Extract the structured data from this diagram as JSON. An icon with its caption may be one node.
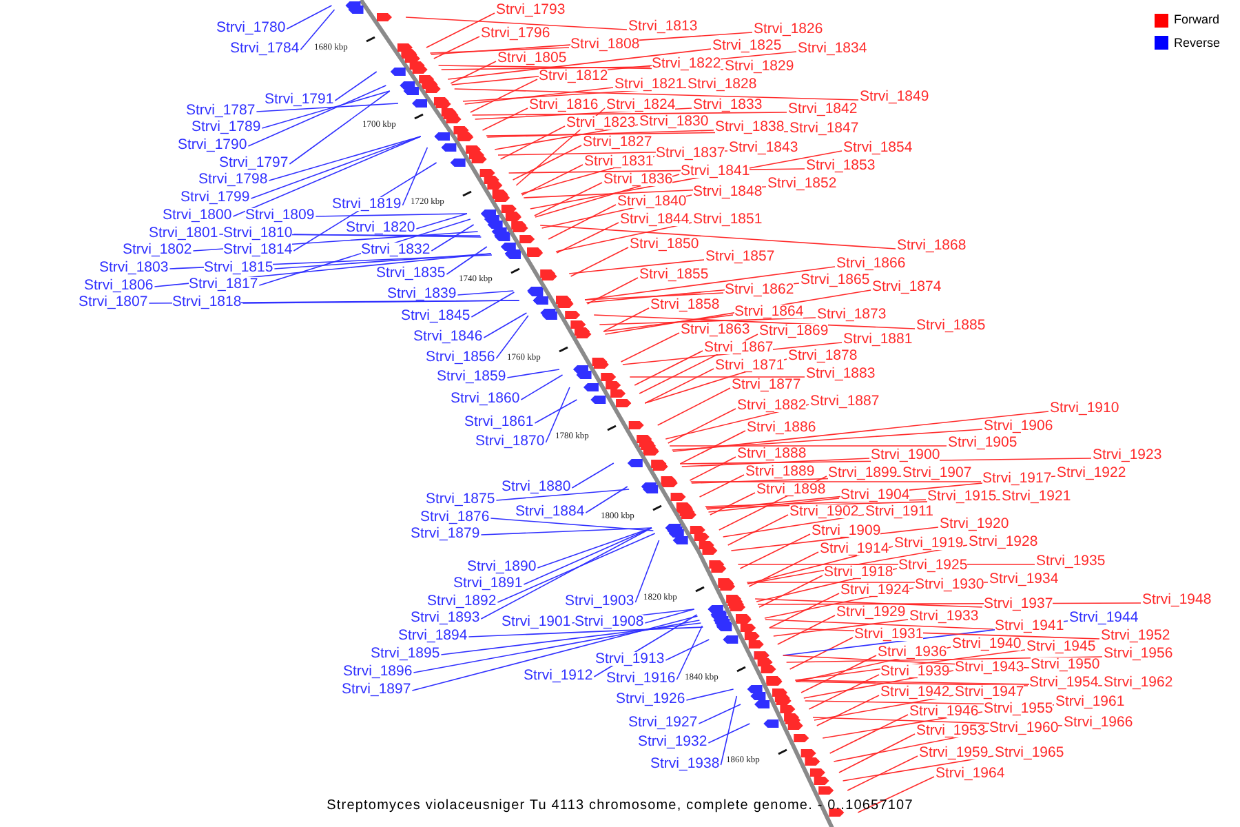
{
  "diagram": {
    "caption": "Streptomyces violaceusniger Tu 4113 chromosome, complete genome. - 0..10657107",
    "nodes": [
      {
        "text": [
          "Strvi_1780"
        ]
      },
      {
        "text": [
          "Strvi_1784"
        ]
      },
      {
        "text": [
          "Strvi_1787"
        ]
      },
      {
        "text": [
          "Strvi_1789"
        ]
      },
      {
        "text": [
          "Strvi_1790"
        ]
      },
      {
        "text": [
          "Strvi_1791"
        ]
      },
      {
        "text": [
          "Strvi_1793"
        ]
      },
      {
        "text": [
          "Strvi_1796"
        ]
      },
      {
        "text": [
          "Strvi_1797"
        ]
      },
      {
        "text": [
          "Strvi_1798"
        ]
      },
      {
        "text": [
          "Strvi_1799"
        ]
      },
      {
        "text": [
          "Strvi_1800"
        ]
      },
      {
        "text": [
          "Strvi_1801"
        ]
      },
      {
        "text": [
          "Strvi_1802"
        ]
      },
      {
        "text": [
          "Strvi_1803"
        ]
      },
      {
        "text": [
          "Strvi_1805"
        ]
      },
      {
        "text": [
          "Strvi_1806"
        ]
      },
      {
        "text": [
          "Strvi_1807"
        ]
      },
      {
        "text": [
          "Strvi_1808"
        ]
      },
      {
        "text": [
          "Strvi_1809"
        ]
      },
      {
        "text": [
          "Strvi_1810"
        ]
      },
      {
        "text": [
          "Strvi_1812"
        ]
      },
      {
        "text": [
          "Strvi_1813"
        ]
      },
      {
        "text": [
          "Strvi_1814"
        ]
      },
      {
        "text": [
          "Strvi_1815"
        ]
      },
      {
        "text": [
          "Strvi_1816"
        ]
      },
      {
        "text": [
          "Strvi_1817"
        ]
      },
      {
        "text": [
          "Strvi_1818"
        ]
      },
      {
        "text": [
          "Strvi_1819"
        ]
      },
      {
        "text": [
          "Strvi_1820"
        ]
      },
      {
        "text": [
          "Strvi_1821"
        ]
      },
      {
        "text": [
          "Strvi_1822"
        ]
      },
      {
        "text": [
          "Strvi_1823"
        ]
      },
      {
        "text": [
          "Strvi_1824"
        ]
      },
      {
        "text": [
          "Strvi_1825"
        ]
      },
      {
        "text": [
          "Strvi_1826"
        ]
      },
      {
        "text": [
          "Strvi_1827"
        ]
      },
      {
        "text": [
          "Strvi_1828"
        ]
      },
      {
        "text": [
          "Strvi_1829"
        ]
      },
      {
        "text": [
          "Strvi_1830"
        ]
      },
      {
        "text": [
          "Strvi_1831"
        ]
      },
      {
        "text": [
          "Strvi_1832"
        ]
      },
      {
        "text": [
          "Strvi_1833"
        ]
      },
      {
        "text": [
          "Strvi_1834"
        ]
      },
      {
        "text": [
          "Strvi_1835"
        ]
      },
      {
        "text": [
          "Strvi_1836"
        ]
      },
      {
        "text": [
          "Strvi_1837"
        ]
      },
      {
        "text": [
          "Strvi_1838"
        ]
      },
      {
        "text": [
          "Strvi_1839"
        ]
      },
      {
        "text": [
          "Strvi_1840"
        ]
      },
      {
        "text": [
          "Strvi_1841"
        ]
      },
      {
        "text": [
          "Strvi_1842"
        ]
      },
      {
        "text": [
          "Strvi_1843"
        ]
      },
      {
        "text": [
          "Strvi_1844"
        ]
      },
      {
        "text": [
          "Strvi_1845"
        ]
      },
      {
        "text": [
          "Strvi_1846"
        ]
      },
      {
        "text": [
          "Strvi_1847"
        ]
      },
      {
        "text": [
          "Strvi_1848"
        ]
      },
      {
        "text": [
          "Strvi_1849"
        ]
      },
      {
        "text": [
          "Strvi_1850"
        ]
      },
      {
        "text": [
          "Strvi_1851"
        ]
      },
      {
        "text": [
          "Strvi_1852"
        ]
      },
      {
        "text": [
          "Strvi_1853"
        ]
      },
      {
        "text": [
          "Strvi_1854"
        ]
      },
      {
        "text": [
          "Strvi_1855"
        ]
      },
      {
        "text": [
          "Strvi_1856"
        ]
      },
      {
        "text": [
          "Strvi_1857"
        ]
      },
      {
        "text": [
          "Strvi_1858"
        ]
      },
      {
        "text": [
          "Strvi_1859"
        ]
      },
      {
        "text": [
          "Strvi_1860"
        ]
      },
      {
        "text": [
          "Strvi_1861"
        ]
      },
      {
        "text": [
          "Strvi_1862"
        ]
      },
      {
        "text": [
          "Strvi_1863"
        ]
      },
      {
        "text": [
          "Strvi_1864"
        ]
      },
      {
        "text": [
          "Strvi_1865"
        ]
      },
      {
        "text": [
          "Strvi_1866"
        ]
      },
      {
        "text": [
          "Strvi_1867"
        ]
      },
      {
        "text": [
          "Strvi_1868"
        ]
      },
      {
        "text": [
          "Strvi_1869"
        ]
      },
      {
        "text": [
          "Strvi_1870"
        ]
      },
      {
        "text": [
          "Strvi_1871"
        ]
      },
      {
        "text": [
          "Strvi_1873"
        ]
      },
      {
        "text": [
          "Strvi_1874"
        ]
      },
      {
        "text": [
          "Strvi_1875"
        ]
      },
      {
        "text": [
          "Strvi_1876"
        ]
      },
      {
        "text": [
          "Strvi_1877"
        ]
      },
      {
        "text": [
          "Strvi_1878"
        ]
      },
      {
        "text": [
          "Strvi_1879"
        ]
      },
      {
        "text": [
          "Strvi_1880"
        ]
      },
      {
        "text": [
          "Strvi_1881"
        ]
      },
      {
        "text": [
          "Strvi_1882"
        ]
      },
      {
        "text": [
          "Strvi_1883"
        ]
      },
      {
        "text": [
          "Strvi_1884"
        ]
      },
      {
        "text": [
          "Strvi_1885"
        ]
      },
      {
        "text": [
          "Strvi_1886"
        ]
      },
      {
        "text": [
          "Strvi_1887"
        ]
      },
      {
        "text": [
          "Strvi_1888"
        ]
      },
      {
        "text": [
          "Strvi_1889"
        ]
      },
      {
        "text": [
          "Strvi_1890"
        ]
      },
      {
        "text": [
          "Strvi_1891"
        ]
      },
      {
        "text": [
          "Strvi_1892"
        ]
      },
      {
        "text": [
          "Strvi_1893"
        ]
      },
      {
        "text": [
          "Strvi_1894"
        ]
      },
      {
        "text": [
          "Strvi_1895"
        ]
      },
      {
        "text": [
          "Strvi_1896"
        ]
      },
      {
        "text": [
          "Strvi_1897"
        ]
      },
      {
        "text": [
          "Strvi_1898"
        ]
      },
      {
        "text": [
          "Strvi_1899"
        ]
      },
      {
        "text": [
          "Strvi_1900"
        ]
      },
      {
        "text": [
          "Strvi_1901"
        ]
      },
      {
        "text": [
          "Strvi_1902"
        ]
      },
      {
        "text": [
          "Strvi_1903"
        ]
      },
      {
        "text": [
          "Strvi_1904"
        ]
      },
      {
        "text": [
          "Strvi_1905"
        ]
      },
      {
        "text": [
          "Strvi_1906"
        ]
      },
      {
        "text": [
          "Strvi_1907"
        ]
      },
      {
        "text": [
          "Strvi_1908"
        ]
      },
      {
        "text": [
          "Strvi_1909"
        ]
      },
      {
        "text": [
          "Strvi_1910"
        ]
      },
      {
        "text": [
          "Strvi_1911"
        ]
      },
      {
        "text": [
          "Strvi_1912"
        ]
      },
      {
        "text": [
          "Strvi_1913"
        ]
      },
      {
        "text": [
          "Strvi_1914"
        ]
      },
      {
        "text": [
          "Strvi_1915"
        ]
      },
      {
        "text": [
          "Strvi_1916"
        ]
      },
      {
        "text": [
          "Strvi_1917"
        ]
      },
      {
        "text": [
          "Strvi_1918"
        ]
      },
      {
        "text": [
          "Strvi_1919"
        ]
      },
      {
        "text": [
          "Strvi_1920"
        ]
      },
      {
        "text": [
          "Strvi_1921"
        ]
      },
      {
        "text": [
          "Strvi_1922"
        ]
      },
      {
        "text": [
          "Strvi_1923"
        ]
      },
      {
        "text": [
          "Strvi_1924"
        ]
      },
      {
        "text": [
          "Strvi_1925"
        ]
      },
      {
        "text": [
          "Strvi_1926"
        ]
      },
      {
        "text": [
          "Strvi_1927"
        ]
      },
      {
        "text": [
          "Strvi_1928"
        ]
      },
      {
        "text": [
          "Strvi_1929"
        ]
      },
      {
        "text": [
          "Strvi_1930"
        ]
      },
      {
        "text": [
          "Strvi_1931"
        ]
      },
      {
        "text": [
          "Strvi_1932"
        ]
      },
      {
        "text": [
          "Strvi_1933"
        ]
      },
      {
        "text": [
          "Strvi_1934"
        ]
      },
      {
        "text": [
          "Strvi_1935"
        ]
      },
      {
        "text": [
          "Strvi_1936"
        ]
      },
      {
        "text": [
          "Strvi_1937"
        ]
      },
      {
        "text": [
          "Strvi_1938"
        ]
      },
      {
        "text": [
          "Strvi_1939"
        ]
      },
      {
        "text": [
          "Strvi_1940"
        ]
      },
      {
        "text": [
          "Strvi_1941"
        ]
      },
      {
        "text": [
          "Strvi_1942"
        ]
      },
      {
        "text": [
          "Strvi_1943"
        ]
      },
      {
        "text": [
          "Strvi_1944"
        ]
      },
      {
        "text": [
          "Strvi_1945"
        ]
      },
      {
        "text": [
          "Strvi_1946"
        ]
      },
      {
        "text": [
          "Strvi_1947"
        ]
      },
      {
        "text": [
          "Strvi_1948"
        ]
      },
      {
        "text": [
          "Strvi_1950"
        ]
      },
      {
        "text": [
          "Strvi_1952"
        ]
      },
      {
        "text": [
          "Strvi_1953"
        ]
      },
      {
        "text": [
          "Strvi_1954"
        ]
      },
      {
        "text": [
          "Strvi_1955"
        ]
      },
      {
        "text": [
          "Strvi_1956"
        ]
      },
      {
        "text": [
          "Strvi_1959"
        ]
      },
      {
        "text": [
          "Strvi_1960"
        ]
      },
      {
        "text": [
          "Strvi_1961"
        ]
      },
      {
        "text": [
          "Strvi_1962"
        ]
      },
      {
        "text": [
          "Strvi_1964"
        ]
      },
      {
        "text": [
          "Strvi_1965"
        ]
      },
      {
        "text": [
          "Strvi_1966"
        ]
      }
    ],
    "edges": [
      {
        "from": 0,
        "to": null,
        "arrow": "none",
        "color": "#3030ff"
      },
      {
        "from": 1,
        "to": null,
        "arrow": "none",
        "color": "#3030ff"
      },
      {
        "from": 2,
        "to": null,
        "arrow": "none",
        "color": "#3030ff"
      },
      {
        "from": 3,
        "to": null,
        "arrow": "none",
        "color": "#3030ff"
      },
      {
        "from": 4,
        "to": null,
        "arrow": "none",
        "color": "#3030ff"
      },
      {
        "from": 5,
        "to": null,
        "arrow": "none",
        "color": "#3030ff"
      },
      {
        "from": 6,
        "to": null,
        "arrow": "none"
      },
      {
        "from": 7,
        "to": null,
        "arrow": "none"
      },
      {
        "from": 8,
        "to": null,
        "arrow": "none",
        "color": "#3030ff"
      },
      {
        "from": 9,
        "to": null,
        "arrow": "none",
        "color": "#3030ff"
      },
      {
        "from": 10,
        "to": null,
        "arrow": "none",
        "color": "#3030ff"
      },
      {
        "from": 11,
        "to": null,
        "arrow": "none",
        "color": "#3030ff"
      },
      {
        "from": 12,
        "to": null,
        "arrow": "none",
        "color": "#3030ff"
      },
      {
        "from": 13,
        "to": null,
        "arrow": "none",
        "color": "#3030ff"
      },
      {
        "from": 14,
        "to": null,
        "arrow": "none",
        "color": "#3030ff"
      },
      {
        "from": 15,
        "to": null,
        "arrow": "none"
      },
      {
        "from": 16,
        "to": null,
        "arrow": "none",
        "color": "#3030ff"
      },
      {
        "from": 17,
        "to": null,
        "arrow": "none",
        "color": "#3030ff"
      },
      {
        "from": 18,
        "to": null,
        "arrow": "none"
      },
      {
        "from": 19,
        "to": null,
        "arrow": "none",
        "color": "#3030ff"
      },
      {
        "from": 20,
        "to": null,
        "arrow": "none",
        "color": "#3030ff"
      },
      {
        "from": 21,
        "to": null,
        "arrow": "none"
      },
      {
        "from": 22,
        "to": null,
        "arrow": "none"
      },
      {
        "from": 23,
        "to": null,
        "arrow": "none",
        "color": "#3030ff"
      },
      {
        "from": 24,
        "to": null,
        "arrow": "none",
        "color": "#3030ff"
      },
      {
        "from": 25,
        "to": null,
        "arrow": "none"
      },
      {
        "from": 26,
        "to": null,
        "arrow": "none",
        "color": "#3030ff"
      },
      {
        "from": 27,
        "to": null,
        "arrow": "none",
        "color": "#3030ff"
      },
      {
        "from": 28,
        "to": null,
        "arrow": "none",
        "color": "#3030ff"
      },
      {
        "from": 29,
        "to": null,
        "arrow": "none",
        "color": "#3030ff"
      },
      {
        "from": 30,
        "to": null,
        "arrow": "none"
      },
      {
        "from": 31,
        "to": null,
        "arrow": "none"
      },
      {
        "from": 32,
        "to": null,
        "arrow": "none"
      },
      {
        "from": 33,
        "to": null,
        "arrow": "none"
      },
      {
        "from": 34,
        "to": null,
        "arrow": "none"
      },
      {
        "from": 35,
        "to": null,
        "arrow": "none"
      },
      {
        "from": 36,
        "to": null,
        "arrow": "none"
      },
      {
        "from": 37,
        "to": null,
        "arrow": "none"
      },
      {
        "from": 38,
        "to": null,
        "arrow": "none"
      },
      {
        "from": 39,
        "to": null,
        "arrow": "none"
      },
      {
        "from": 40,
        "to": null,
        "arrow": "none"
      },
      {
        "from": 41,
        "to": null,
        "arrow": "none",
        "color": "#3030ff"
      },
      {
        "from": 42,
        "to": null,
        "arrow": "none"
      },
      {
        "from": 43,
        "to": null,
        "arrow": "none"
      },
      {
        "from": 44,
        "to": null,
        "arrow": "none",
        "color": "#3030ff"
      },
      {
        "from": 45,
        "to": null,
        "arrow": "none"
      },
      {
        "from": 46,
        "to": null,
        "arrow": "none"
      },
      {
        "from": 47,
        "to": null,
        "arrow": "none"
      },
      {
        "from": 48,
        "to": null,
        "arrow": "none",
        "color": "#3030ff"
      },
      {
        "from": 49,
        "to": null,
        "arrow": "none"
      },
      {
        "from": 50,
        "to": null,
        "arrow": "none"
      },
      {
        "from": 51,
        "to": null,
        "arrow": "none"
      },
      {
        "from": 52,
        "to": null,
        "arrow": "none"
      },
      {
        "from": 53,
        "to": null,
        "arrow": "none"
      },
      {
        "from": 54,
        "to": null,
        "arrow": "none",
        "color": "#3030ff"
      },
      {
        "from": 55,
        "to": null,
        "arrow": "none",
        "color": "#3030ff"
      },
      {
        "from": 56,
        "to": null,
        "arrow": "none"
      },
      {
        "from": 57,
        "to": null,
        "arrow": "none"
      },
      {
        "from": 58,
        "to": null,
        "arrow": "none"
      },
      {
        "from": 59,
        "to": null,
        "arrow": "none"
      },
      {
        "from": 60,
        "to": null,
        "arrow": "none"
      },
      {
        "from": 61,
        "to": null,
        "arrow": "none"
      },
      {
        "from": 62,
        "to": null,
        "arrow": "none"
      },
      {
        "from": 63,
        "to": null,
        "arrow": "none"
      },
      {
        "from": 64,
        "to": null,
        "arrow": "none"
      },
      {
        "from": 65,
        "to": null,
        "arrow": "none",
        "color": "#3030ff"
      },
      {
        "from": 66,
        "to": null,
        "arrow": "none"
      },
      {
        "from": 67,
        "to": null,
        "arrow": "none"
      },
      {
        "from": 68,
        "to": null,
        "arrow": "none",
        "color": "#3030ff"
      },
      {
        "from": 69,
        "to": null,
        "arrow": "none",
        "color": "#3030ff"
      },
      {
        "from": 70,
        "to": null,
        "arrow": "none",
        "color": "#3030ff"
      },
      {
        "from": 71,
        "to": null,
        "arrow": "none"
      },
      {
        "from": 72,
        "to": null,
        "arrow": "none"
      },
      {
        "from": 73,
        "to": null,
        "arrow": "none"
      },
      {
        "from": 74,
        "to": null,
        "arrow": "none"
      },
      {
        "from": 75,
        "to": null,
        "arrow": "none"
      },
      {
        "from": 76,
        "to": null,
        "arrow": "none"
      },
      {
        "from": 77,
        "to": null,
        "arrow": "none"
      },
      {
        "from": 78,
        "to": null,
        "arrow": "none"
      },
      {
        "from": 79,
        "to": null,
        "arrow": "none",
        "color": "#3030ff"
      },
      {
        "from": 80,
        "to": null,
        "arrow": "none"
      },
      {
        "from": 81,
        "to": null,
        "arrow": "none"
      },
      {
        "from": 82,
        "to": null,
        "arrow": "none"
      },
      {
        "from": 83,
        "to": null,
        "arrow": "none",
        "color": "#3030ff"
      },
      {
        "from": 84,
        "to": null,
        "arrow": "none",
        "color": "#3030ff"
      },
      {
        "from": 85,
        "to": null,
        "arrow": "none"
      },
      {
        "from": 86,
        "to": null,
        "arrow": "none"
      },
      {
        "from": 87,
        "to": null,
        "arrow": "none",
        "color": "#3030ff"
      },
      {
        "from": 88,
        "to": null,
        "arrow": "none",
        "color": "#3030ff"
      },
      {
        "from": 89,
        "to": null,
        "arrow": "none"
      },
      {
        "from": 90,
        "to": null,
        "arrow": "none"
      },
      {
        "from": 91,
        "to": null,
        "arrow": "none"
      },
      {
        "from": 92,
        "to": null,
        "arrow": "none",
        "color": "#3030ff"
      },
      {
        "from": 93,
        "to": null,
        "arrow": "none"
      },
      {
        "from": 94,
        "to": null,
        "arrow": "none"
      },
      {
        "from": 95,
        "to": null,
        "arrow": "none"
      },
      {
        "from": 96,
        "to": null,
        "arrow": "none"
      },
      {
        "from": 97,
        "to": null,
        "arrow": "none"
      },
      {
        "from": 98,
        "to": null,
        "arrow": "none",
        "color": "#3030ff"
      },
      {
        "from": 99,
        "to": null,
        "arrow": "none",
        "color": "#3030ff"
      },
      {
        "from": 100,
        "to": null,
        "arrow": "none",
        "color": "#3030ff"
      },
      {
        "from": 101,
        "to": null,
        "arrow": "none",
        "color": "#3030ff"
      },
      {
        "from": 102,
        "to": null,
        "arrow": "none",
        "color": "#3030ff"
      },
      {
        "from": 103,
        "to": null,
        "arrow": "none",
        "color": "#3030ff"
      },
      {
        "from": 104,
        "to": null,
        "arrow": "none",
        "color": "#3030ff"
      },
      {
        "from": 105,
        "to": null,
        "arrow": "none",
        "color": "#3030ff"
      },
      {
        "from": 106,
        "to": null,
        "arrow": "none"
      },
      {
        "from": 107,
        "to": null,
        "arrow": "none"
      },
      {
        "from": 108,
        "to": null,
        "arrow": "none"
      },
      {
        "from": 109,
        "to": null,
        "arrow": "none",
        "color": "#3030ff"
      },
      {
        "from": 110,
        "to": null,
        "arrow": "none"
      },
      {
        "from": 111,
        "to": null,
        "arrow": "none",
        "color": "#3030ff"
      },
      {
        "from": 112,
        "to": null,
        "arrow": "none"
      },
      {
        "from": 113,
        "to": null,
        "arrow": "none"
      },
      {
        "from": 114,
        "to": null,
        "arrow": "none"
      },
      {
        "from": 115,
        "to": null,
        "arrow": "none"
      },
      {
        "from": 116,
        "to": null,
        "arrow": "none",
        "color": "#3030ff"
      },
      {
        "from": 117,
        "to": null,
        "arrow": "none"
      },
      {
        "from": 118,
        "to": null,
        "arrow": "none"
      },
      {
        "from": 119,
        "to": null,
        "arrow": "none"
      },
      {
        "from": 120,
        "to": null,
        "arrow": "none",
        "color": "#3030ff"
      },
      {
        "from": 121,
        "to": null,
        "arrow": "none",
        "color": "#3030ff"
      },
      {
        "from": 122,
        "to": null,
        "arrow": "none"
      },
      {
        "from": 123,
        "to": null,
        "arrow": "none"
      },
      {
        "from": 124,
        "to": null,
        "arrow": "none",
        "color": "#3030ff"
      },
      {
        "from": 125,
        "to": null,
        "arrow": "none"
      },
      {
        "from": 126,
        "to": null,
        "arrow": "none"
      },
      {
        "from": 127,
        "to": null,
        "arrow": "none"
      },
      {
        "from": 128,
        "to": null,
        "arrow": "none"
      },
      {
        "from": 129,
        "to": null,
        "arrow": "none"
      },
      {
        "from": 130,
        "to": null,
        "arrow": "none"
      },
      {
        "from": 131,
        "to": null,
        "arrow": "none"
      },
      {
        "from": 132,
        "to": null,
        "arrow": "none"
      },
      {
        "from": 133,
        "to": null,
        "arrow": "none"
      },
      {
        "from": 134,
        "to": null,
        "arrow": "none",
        "color": "#3030ff"
      },
      {
        "from": 135,
        "to": null,
        "arrow": "none",
        "color": "#3030ff"
      },
      {
        "from": 136,
        "to": null,
        "arrow": "none"
      },
      {
        "from": 137,
        "to": null,
        "arrow": "none"
      },
      {
        "from": 138,
        "to": null,
        "arrow": "none"
      },
      {
        "from": 139,
        "to": null,
        "arrow": "none"
      },
      {
        "from": 140,
        "to": null,
        "arrow": "none",
        "color": "#3030ff"
      },
      {
        "from": 141,
        "to": null,
        "arrow": "none"
      },
      {
        "from": 142,
        "to": null,
        "arrow": "none"
      },
      {
        "from": 143,
        "to": null,
        "arrow": "none"
      },
      {
        "from": 144,
        "to": null,
        "arrow": "none"
      },
      {
        "from": 145,
        "to": null,
        "arrow": "none"
      },
      {
        "from": 146,
        "to": null,
        "arrow": "none",
        "color": "#3030ff"
      },
      {
        "from": 147,
        "to": null,
        "arrow": "none"
      },
      {
        "from": 148,
        "to": null,
        "arrow": "none"
      },
      {
        "from": 149,
        "to": null,
        "arrow": "none"
      },
      {
        "from": 150,
        "to": null,
        "arrow": "none"
      },
      {
        "from": 151,
        "to": null,
        "arrow": "none"
      },
      {
        "from": 152,
        "to": null,
        "arrow": "none",
        "color": "#3030ff"
      },
      {
        "from": 153,
        "to": null,
        "arrow": "none"
      },
      {
        "from": 154,
        "to": null,
        "arrow": "none"
      },
      {
        "from": 155,
        "to": null,
        "arrow": "none"
      },
      {
        "from": 156,
        "to": null,
        "arrow": "none"
      },
      {
        "from": 157,
        "to": null,
        "arrow": "none"
      },
      {
        "from": 158,
        "to": null,
        "arrow": "none"
      },
      {
        "from": 159,
        "to": null,
        "arrow": "none"
      },
      {
        "from": 160,
        "to": null,
        "arrow": "none"
      },
      {
        "from": 161,
        "to": null,
        "arrow": "none"
      },
      {
        "from": 162,
        "to": null,
        "arrow": "none"
      },
      {
        "from": 163,
        "to": null,
        "arrow": "none"
      },
      {
        "from": 164,
        "to": null,
        "arrow": "none"
      },
      {
        "from": 165,
        "to": null,
        "arrow": "none"
      },
      {
        "from": 166,
        "to": null,
        "arrow": "none"
      },
      {
        "from": 167,
        "to": null,
        "arrow": "none"
      },
      {
        "from": 168,
        "to": null,
        "arrow": "none"
      },
      {
        "from": 169,
        "to": null,
        "arrow": "none"
      }
    ],
    "labels": [
      "1680 kbp",
      "1700 kbp",
      "1720 kbp",
      "1740 kbp",
      "1760 kbp",
      "1780 kbp",
      "1800 kbp",
      "1820 kbp",
      "1840 kbp",
      "1860 kbp"
    ],
    "legend": [
      {
        "text": "Forward",
        "color": "#ff0000"
      },
      {
        "text": "Reverse",
        "color": "#0000ff"
      }
    ]
  }
}
